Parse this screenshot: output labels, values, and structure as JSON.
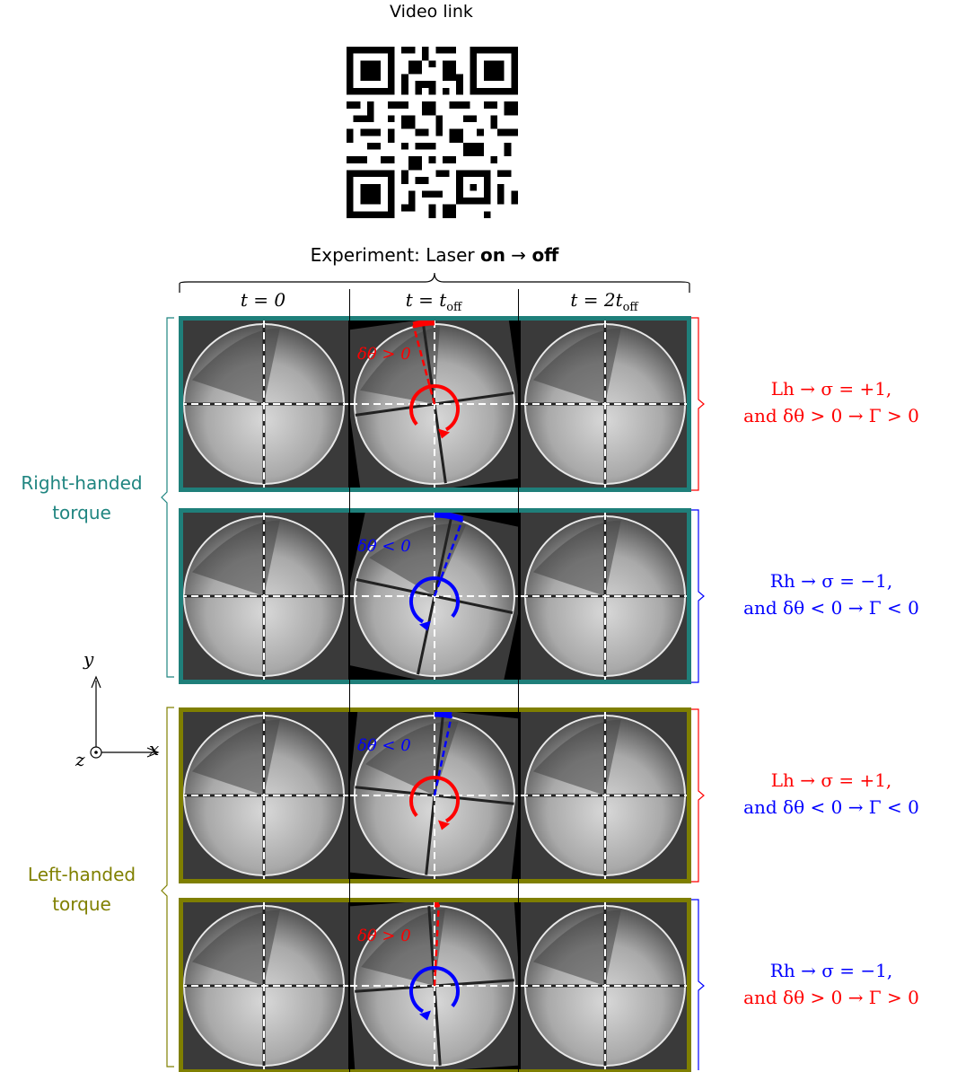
{
  "header": {
    "video_link_label": "Video link",
    "experiment_title_prefix": "Experiment: Laser ",
    "experiment_on": "on",
    "experiment_arrow": " → ",
    "experiment_off": "off"
  },
  "columns": {
    "t0": "t = 0",
    "t_off_lhs": "t = t",
    "t_off_sub": "off",
    "t_2off_lhs": "t = 2t",
    "t_2off_sub": "off"
  },
  "groups": [
    {
      "label_line1": "Right-handed",
      "label_line2": "torque",
      "color": "#1f8580"
    },
    {
      "label_line1": "Left-handed",
      "label_line2": "torque",
      "color": "#808000"
    }
  ],
  "rows": [
    {
      "frame_color": "#1f7f7a",
      "delta_label": "δθ > 0",
      "delta_color": "#ff0000",
      "circle_color": "#ff0000",
      "annot_line1": "Lh → σ = +1,",
      "annot_line1_color": "#ff0000",
      "annot_line2": "and δθ > 0 → Γ > 0",
      "annot_line2_color": "#ff0000",
      "bracket_color": "#ff0000"
    },
    {
      "frame_color": "#1f7f7a",
      "delta_label": "δθ < 0",
      "delta_color": "#0000ff",
      "circle_color": "#0000ff",
      "annot_line1": "Rh → σ = −1,",
      "annot_line1_color": "#0000ff",
      "annot_line2": "and δθ < 0 → Γ < 0",
      "annot_line2_color": "#0000ff",
      "bracket_color": "#0000ff"
    },
    {
      "frame_color": "#7f7f00",
      "delta_label": "δθ < 0",
      "delta_color": "#0000ff",
      "circle_color": "#ff0000",
      "annot_line1": "Lh → σ = +1,",
      "annot_line1_color": "#ff0000",
      "annot_line2": "and δθ < 0 → Γ < 0",
      "annot_line2_color": "#0000ff",
      "bracket_color": "#ff0000"
    },
    {
      "frame_color": "#7f7f00",
      "delta_label": "δθ > 0",
      "delta_color": "#ff0000",
      "circle_color": "#0000ff",
      "annot_line1": "Rh → σ = −1,",
      "annot_line1_color": "#0000ff",
      "annot_line2": "and δθ > 0 → Γ > 0",
      "annot_line2_color": "#ff0000",
      "bracket_color": "#0000ff"
    }
  ],
  "axes": {
    "y": "y",
    "x": "x",
    "z": "z"
  }
}
